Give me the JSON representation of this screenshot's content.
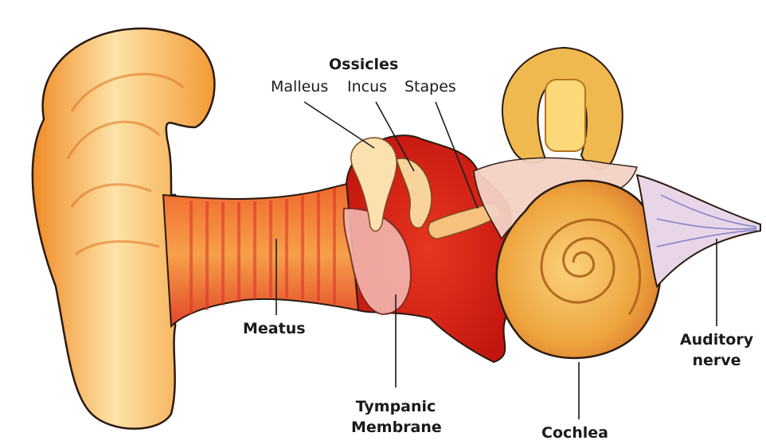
{
  "labels": {
    "ossicles": "Ossicles",
    "malleus": "Malleus",
    "incus": "Incus",
    "stapes": "Stapes",
    "meatus": "Meatus",
    "tympanic_line1": "Tympanic",
    "tympanic_line2": "Membrane",
    "cochlea": "Cochlea",
    "auditory_line1": "Auditory",
    "auditory_line2": "nerve"
  },
  "colors": {
    "outer_ear": "#f3a53c",
    "outer_ear_light": "#fde3a4",
    "canal": "#e2542a",
    "middle_ear": "#d7261b",
    "cochlea": "#e9a13a",
    "outline": "#2a1a10"
  },
  "icons": [
    "ear-anatomy-illustration"
  ]
}
